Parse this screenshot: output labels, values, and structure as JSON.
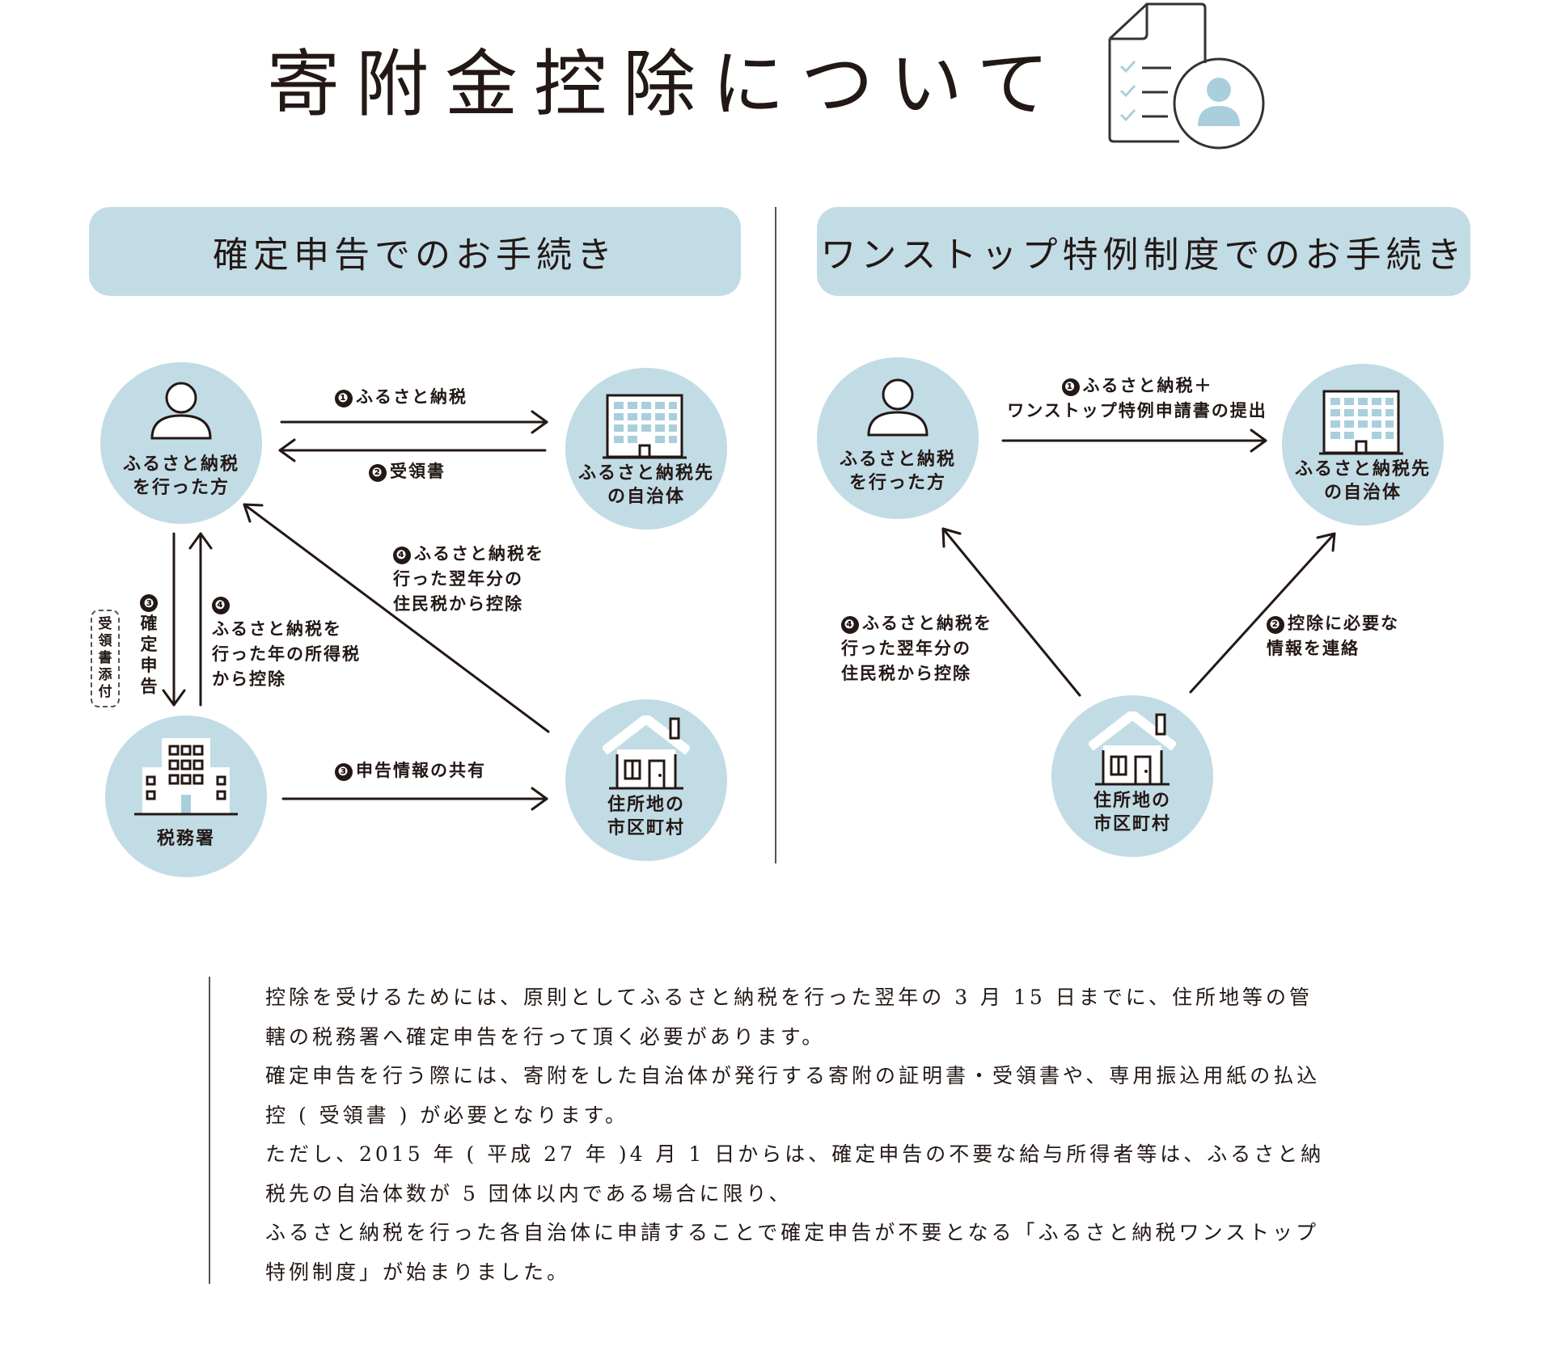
{
  "title": "寄附金控除について",
  "left_panel": {
    "heading": "確定申告でのお手続き",
    "nodes": {
      "person": "ふるさと納税\nを行った方",
      "municipality": "ふるさと納税先\nの自治体",
      "tax_office": "税務署",
      "residence": "住所地の\n市区町村"
    },
    "edges": {
      "e1_num": "❶",
      "e1": "ふるさと納税",
      "e2_num": "❷",
      "e2": "受領書",
      "e3_num": "❸",
      "e3_vertical": "確\n定\n申\n告",
      "receipt_attach": "受\n領\n書\n添\n付",
      "e4_num": "❹",
      "e4_vertical": "ふるさと納税を\n行った年の所得税\nから控除",
      "e4_diag_num": "❹",
      "e4_diag": "ふるさと納税を\n行った翌年分の\n住民税から控除",
      "e3_share_num": "❸",
      "e3_share": "申告情報の共有"
    }
  },
  "right_panel": {
    "heading": "ワンストップ特例制度でのお手続き",
    "nodes": {
      "person": "ふるさと納税\nを行った方",
      "municipality": "ふるさと納税先\nの自治体",
      "residence": "住所地の\n市区町村"
    },
    "edges": {
      "e1_num": "❶",
      "e1": "ふるさと納税＋\nワンストップ特例申請書の提出",
      "e2_num": "❷",
      "e2": "控除に必要な\n情報を連絡",
      "e4_num": "❹",
      "e4": "ふるさと納税を\n行った翌年分の\n住民税から控除"
    }
  },
  "body_paragraphs": [
    "控除を受けるためには、原則としてふるさと納税を行った翌年の 3 月 15 日までに、住所地等の管轄の税務署へ確定申告を行って頂く必要があります。",
    "確定申告を行う際には、寄附をした自治体が発行する寄附の証明書・受領書や、専用振込用紙の払込控 ( 受領書 ) が必要となります。",
    "ただし、2015 年 ( 平成 27 年 )4 月 1 日からは、確定申告の不要な給与所得者等は、ふるさと納税先の自治体数が 5 団体以内である場合に限り、",
    "ふるさと納税を行った各自治体に申請することで確定申告が不要となる「ふるさと納税ワンストップ特例制度」が始まりました。"
  ],
  "colors": {
    "accent_blue": "#c2dce6",
    "icon_blue": "#a9cfdd",
    "ink": "#231815"
  },
  "icons": [
    "document-checklist-icon",
    "person-icon",
    "office-building-icon",
    "tax-office-building-icon",
    "house-icon",
    "check-icon"
  ]
}
